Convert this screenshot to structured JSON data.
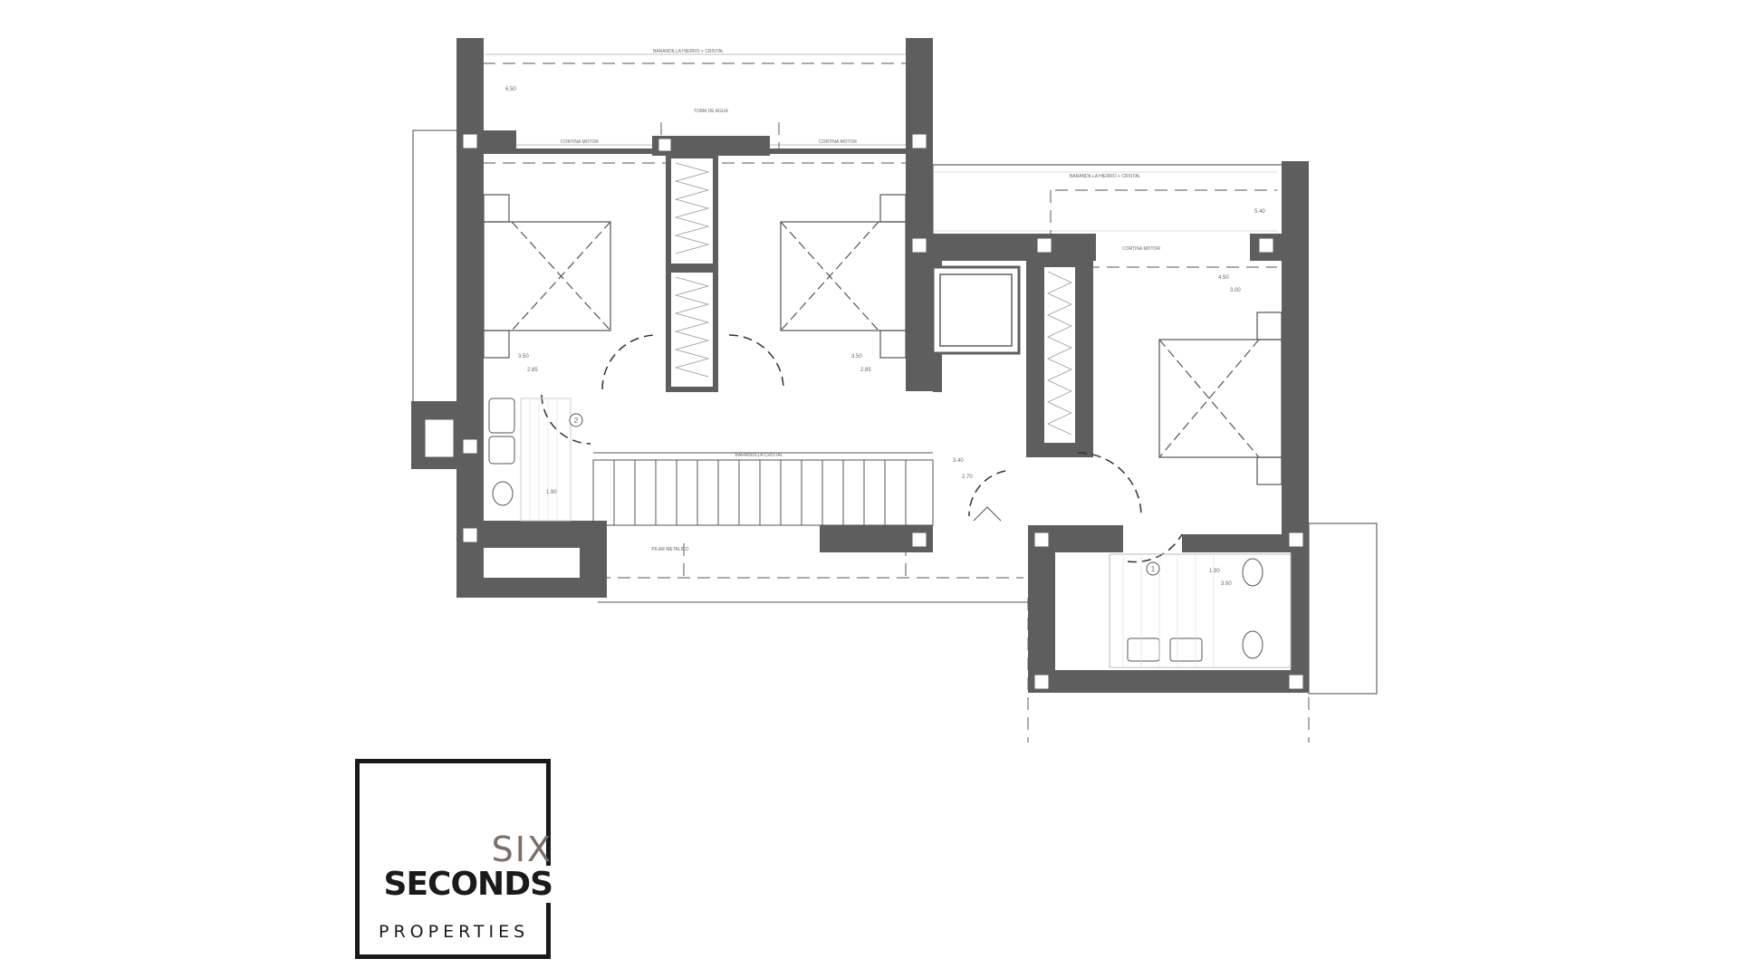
{
  "plan": {
    "labels": {
      "railing_top": "BARANDILLA HIERRO + CRISTAL",
      "railing_right": "BARANDILLA HIERRO + CRISTAL",
      "railing_stair": "BARANDILLA CRISTAL",
      "water_tank": "TOMA DE AGUA",
      "motor_left": "CORTINA MOTOR",
      "motor_right": "CORTINA MOTOR",
      "motor_master": "CORTINA MOTOR",
      "pillar": "PILAR METALICO",
      "dim_terrace_top": "6.50",
      "dim_terrace_right": "5.40",
      "dim_bed1": "2.85",
      "dim_bed2": "2.85",
      "dim_bed1_h": "3.50",
      "dim_bed2_h": "3.50",
      "dim_hall": "2.70",
      "dim_hall_v": "3.40",
      "dim_bath2": "1.90",
      "dim_master": "3.00",
      "dim_master_v": "4.50",
      "dim_bath1": "3.60",
      "dim_bath1_v": "1.90",
      "bath2_number": "2",
      "bath1_number": "1"
    }
  },
  "brand": {
    "line1": "SIX",
    "line2": "SECONDS",
    "line3": "PROPERTIES"
  },
  "colors": {
    "wall": "#5e5e5e",
    "line": "#555555",
    "brand_accent": "#7a6e66",
    "brand_dark": "#1a1a1a"
  }
}
